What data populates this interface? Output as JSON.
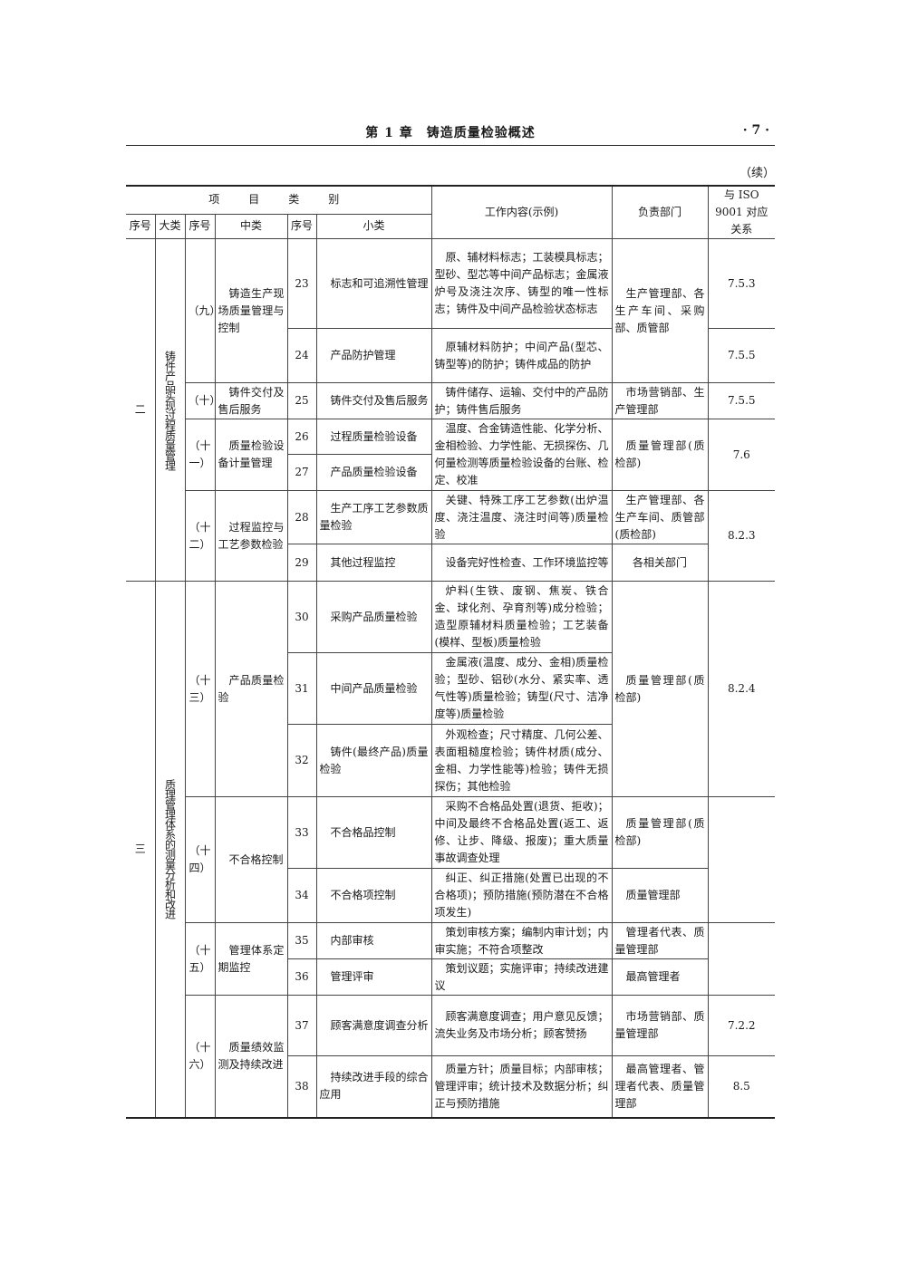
{
  "header": {
    "chapter_title": "第 1 章　铸造质量检验概述",
    "page_number": "· 7 ·"
  },
  "continued": "（续）",
  "columns": {
    "project_category": "项　目　类　别",
    "seq": "序号",
    "major": "大类",
    "mid_seq": "序号",
    "mid": "中类",
    "sub_seq": "序号",
    "sub": "小类",
    "work": "工作内容(示例)",
    "dept": "负责部门",
    "iso": "与 ISO 9001 对应关系"
  },
  "groups": [
    {
      "seq": "二",
      "major": "铸件产品实现过程质量管理",
      "mids": [
        {
          "seq": "（九）",
          "name": "铸造生产现场质量管理与控制"
        },
        {
          "seq": "（十）",
          "name": "铸件交付及售后服务"
        },
        {
          "seq": "（十一）",
          "name": "质量检验设备计量管理"
        },
        {
          "seq": "（十二）",
          "name": "过程监控与工艺参数检验"
        }
      ]
    },
    {
      "seq": "三",
      "major": "质理管理体系的测量分析和改进",
      "mids": [
        {
          "seq": "（十三）",
          "name": "产品质量检验"
        },
        {
          "seq": "（十四）",
          "name": "不合格控制"
        },
        {
          "seq": "（十五）",
          "name": "管理体系定期监控"
        },
        {
          "seq": "（十六）",
          "name": "质量绩效监测及持续改进"
        }
      ]
    }
  ],
  "rows": [
    {
      "no": "23",
      "sub": "标志和可追溯性管理",
      "work": "原、辅材料标志；工装模具标志；型砂、型芯等中间产品标志；金属液炉号及浇注次序、铸型的唯一性标志；铸件及中间产品检验状态标志",
      "dept": "生产管理部、各生产车间、采购部、质管部",
      "iso": "7.5.3"
    },
    {
      "no": "24",
      "sub": "产品防护管理",
      "work": "原辅材料防护；中间产品(型芯、铸型等)的防护；铸件成品的防护",
      "iso": "7.5.5"
    },
    {
      "no": "25",
      "sub": "铸件交付及售后服务",
      "work": "铸件储存、运输、交付中的产品防护；铸件售后服务",
      "dept": "市场营销部、生产管理部",
      "iso": "7.5.5"
    },
    {
      "no": "26",
      "sub": "过程质量检验设备",
      "work": "温度、合金铸造性能、化学分析、金相检验、力学性能、无损探伤、几何量检测等质量检验设备的台账、检定、校准",
      "dept": "质量管理部(质检部)",
      "iso": "7.6"
    },
    {
      "no": "27",
      "sub": "产品质量检验设备"
    },
    {
      "no": "28",
      "sub": "生产工序工艺参数质量检验",
      "work": "关键、特殊工序工艺参数(出炉温度、浇注温度、浇注时间等)质量检验",
      "dept": "生产管理部、各生产车间、质管部(质检部)",
      "iso": "8.2.3"
    },
    {
      "no": "29",
      "sub": "其他过程监控",
      "work": "设备完好性检查、工作环境监控等",
      "dept": "各相关部门"
    },
    {
      "no": "30",
      "sub": "采购产品质量检验",
      "work": "炉料(生铁、废钢、焦炭、铁合金、球化剂、孕育剂等)成分检验；造型原辅材料质量检验；工艺装备(模样、型板)质量检验",
      "dept": "质量管理部(质检部)",
      "iso": "8.2.4"
    },
    {
      "no": "31",
      "sub": "中间产品质量检验",
      "work": "金属液(温度、成分、金相)质量检验；型砂、铝砂(水分、紧实率、透气性等)质量检验；铸型(尺寸、洁净度等)质量检验"
    },
    {
      "no": "32",
      "sub": "铸件(最终产品)质量检验",
      "work": "外观检查；尺寸精度、几何公差、表面粗糙度检验；铸件材质(成分、金相、力学性能等)检验；铸件无损探伤；其他检验"
    },
    {
      "no": "33",
      "sub": "不合格品控制",
      "work": "采购不合格品处置(退货、拒收)；中间及最终不合格品处置(返工、返修、让步、降级、报废)；重大质量事故调查处理",
      "dept": "质量管理部(质检部)"
    },
    {
      "no": "34",
      "sub": "不合格项控制",
      "work": "纠正、纠正措施(处置已出现的不合格项)；预防措施(预防潜在不合格项发生)",
      "dept": "质量管理部"
    },
    {
      "no": "35",
      "sub": "内部审核",
      "work": "策划审核方案；编制内审计划；内审实施；不符合项整改",
      "dept": "管理者代表、质量管理部"
    },
    {
      "no": "36",
      "sub": "管理评审",
      "work": "策划议题；实施评审；持续改进建议",
      "dept": "最高管理者"
    },
    {
      "no": "37",
      "sub": "顾客满意度调查分析",
      "work": "顾客满意度调查；用户意见反馈；流失业务及市场分析；顾客赞扬",
      "dept": "市场营销部、质量管理部",
      "iso": "7.2.2"
    },
    {
      "no": "38",
      "sub": "持续改进手段的综合应用",
      "work": "质量方针；质量目标；内部审核；管理评审；统计技术及数据分析；纠正与预防措施",
      "dept": "最高管理者、管理者代表、质量管理部",
      "iso": "8.5"
    }
  ]
}
